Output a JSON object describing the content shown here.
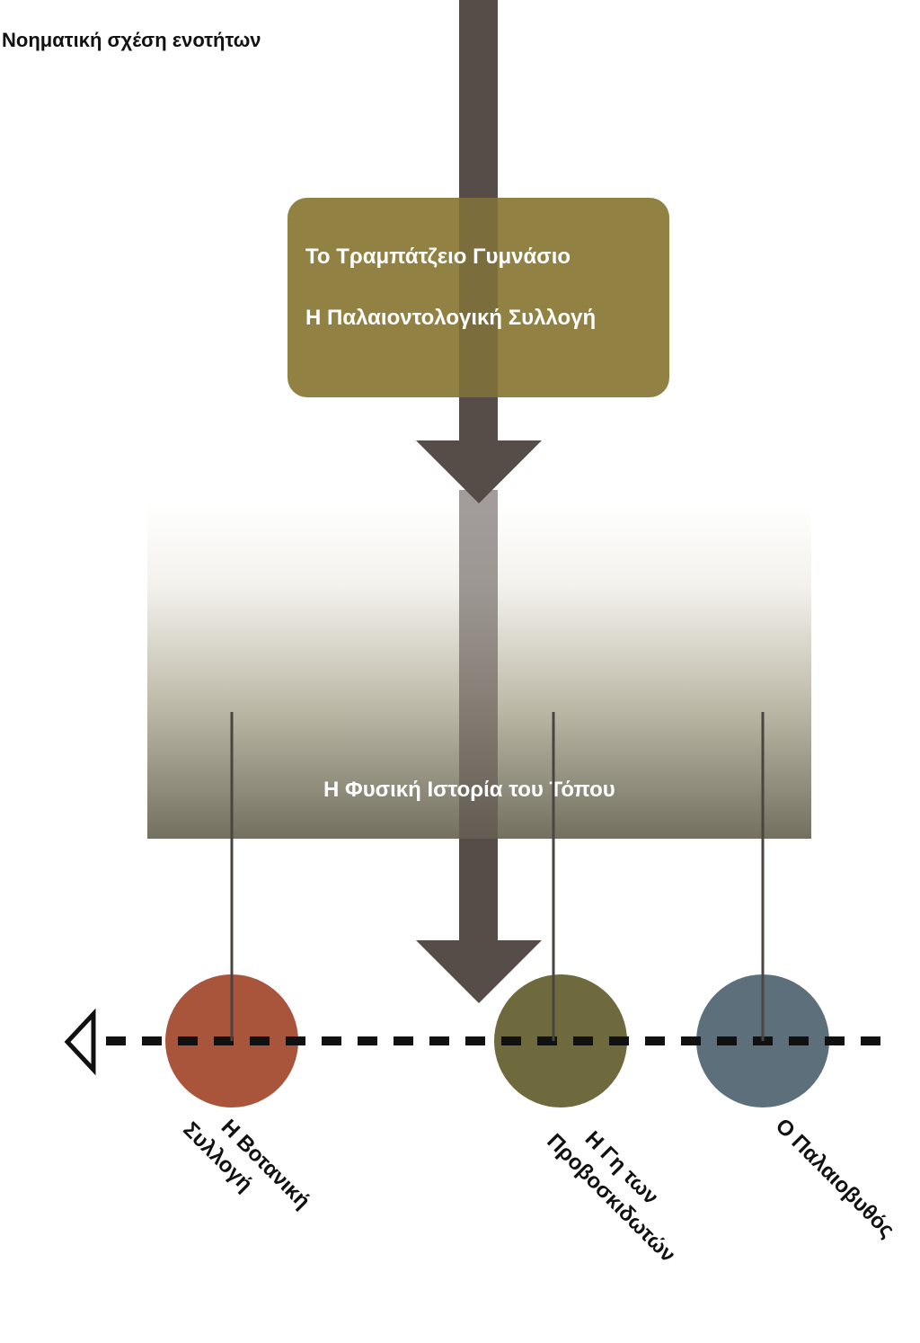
{
  "title": "Νοηματική σχέση ενοτήτων",
  "top_box": {
    "line1": "Το Τραμπάτζειο Γυμνάσιο",
    "line2": "Η Παλαιοντολογική Συλλογή"
  },
  "middle_panel": {
    "label": "Η Φυσική Ιστορία του Τόπου"
  },
  "nodes": [
    {
      "id": "botanical",
      "label_lines": [
        "Η Βοτανική",
        "Συλλογή"
      ],
      "color": "#a9553b"
    },
    {
      "id": "proboscidea",
      "label_lines": [
        "Η Γη των",
        "Προβοσκιδωτών"
      ],
      "color": "#6e6a3d"
    },
    {
      "id": "paleovythos",
      "label_lines": [
        "Ο Παλαιοβυθός"
      ],
      "color": "#5c6f7b"
    }
  ],
  "colors": {
    "arrow": "#564d48",
    "top_box": "#8b7a38",
    "panel_bottom": "#74705f",
    "timeline": "#111111",
    "connector": "#4a4542",
    "label_text": "#ffffff",
    "node_label_text": "#111111"
  }
}
